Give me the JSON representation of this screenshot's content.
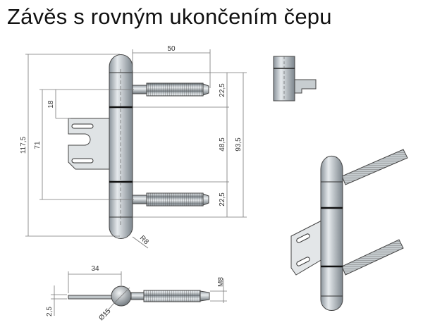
{
  "title": "Závěs s rovným ukončením čepu",
  "dimensions": {
    "total_height": "117,5",
    "pin_spacing": "71",
    "plate_offset": "18",
    "pin_length": "50",
    "upper_segment": "22,5",
    "middle_segment": "48,5",
    "lower_segment": "22,5",
    "segments_total": "93,5",
    "radius": "R8",
    "side_length": "34",
    "thickness": "2,5",
    "ball_diameter": "Ø15",
    "thread": "M8"
  }
}
